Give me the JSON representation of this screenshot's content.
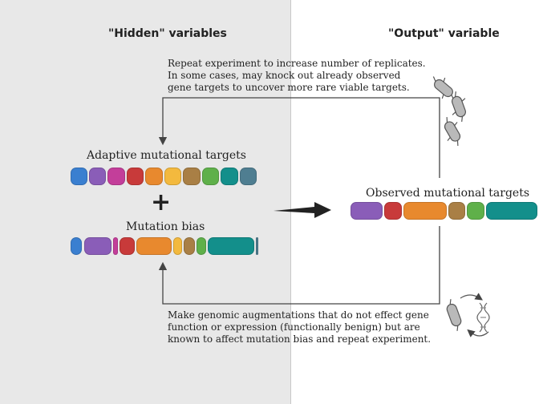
{
  "headings": {
    "hidden": "\"Hidden\" variables",
    "output": "\"Output\" variable"
  },
  "notes": {
    "top": [
      "Repeat experiment to increase number of replicates.",
      "In some cases, may knock out already observed",
      "gene targets to uncover more rare viable targets."
    ],
    "bottom": [
      "Make genomic augmentations that do not effect gene",
      "function or expression (functionally benign) but are",
      "known to affect mutation bias and repeat experiment."
    ]
  },
  "labels": {
    "adaptive": "Adaptive mutational targets",
    "bias": "Mutation bias",
    "observed": "Observed mutational targets",
    "plus": "+"
  },
  "colors": {
    "panel": "#e8e8e8",
    "blue": "#3a7fd0",
    "purple": "#8a5db8",
    "magenta": "#c33e9a",
    "red": "#c83a3a",
    "orange": "#e8892e",
    "yellow": "#f3b93e",
    "brown": "#a97f45",
    "green": "#5fb04a",
    "teal": "#138f8b",
    "slate": "#4f7e91"
  },
  "icons": [
    "bacteria-cluster-icon",
    "bacteria-dna-cycle-icon",
    "arrow-right-icon",
    "loop-arrow-icon"
  ]
}
